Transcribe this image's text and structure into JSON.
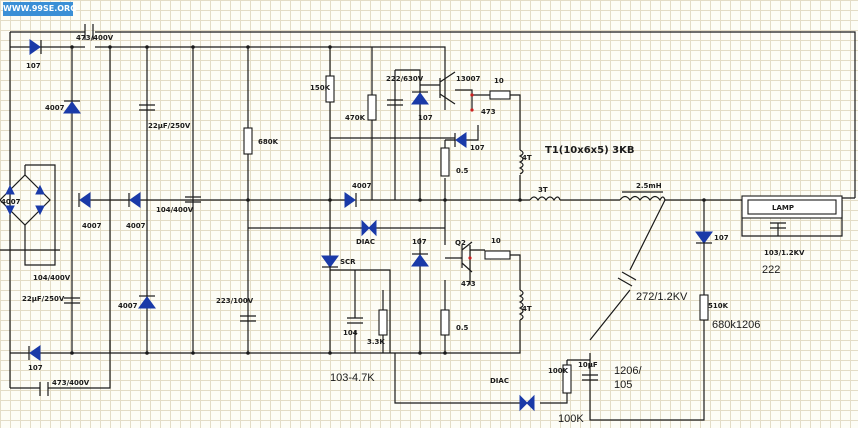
{
  "watermark": "WWW.99SE.ORG",
  "labels": {
    "c_top": "473/400V",
    "d_top": "107",
    "d_4007a": "4007",
    "c_22uf_a": "22μF/250V",
    "bridge": "4007",
    "d_4007b": "4007",
    "d_4007c": "4007",
    "c_104_400": "104/400V",
    "d_4007d": "4007",
    "c_104_left": "104/400V",
    "c_22uf_b": "22μF/250V",
    "d_bot": "107",
    "c_bot": "473/400V",
    "r_680k": "680K",
    "c_223": "223/100V",
    "r_150k": "150K",
    "r_470k": "470K",
    "c_222": "222/630V",
    "d_107a": "107",
    "q_13007": "13007",
    "r_10a": "10",
    "c_473": "473",
    "d_107b": "107",
    "r_05a": "0.5",
    "t1": "T1(10x6x5)  3KB",
    "w_4t_a": "4T",
    "d_4007e": "4007",
    "diac1": "DIAC",
    "w_3t": "3T",
    "l_25mh": "2.5mH",
    "lamp": "LAMP",
    "d_107c": "107",
    "c_103": "103/1.2KV",
    "h_222": "222",
    "d_107d": "107",
    "q2": "Q2",
    "r_10b": "10",
    "c_473b": "473",
    "scr": "SCR",
    "w_4t_b": "4T",
    "r_05b": "0.5",
    "c_104": "104",
    "r_33k": "3.3K",
    "h_272": "272/1.2KV",
    "r_510k": "510K",
    "h_680k": "680k1206",
    "h_103": "103-4.7K",
    "diac2": "DIAC",
    "r_100k": "100K",
    "c_10uf": "10μF",
    "h_1206": "1206/",
    "h_105": "105",
    "h_100k": "100K"
  }
}
